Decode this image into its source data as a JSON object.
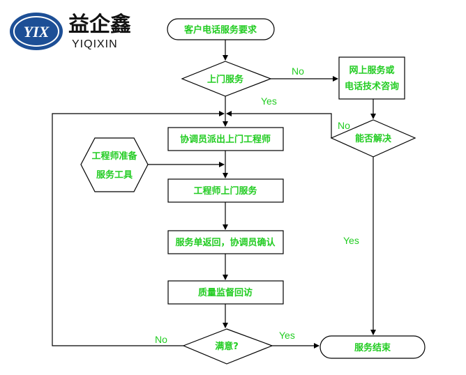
{
  "brand": {
    "logo_mark": "YIX",
    "name_cn": "益企鑫",
    "name_en": "YIQIXIN"
  },
  "colors": {
    "text": "#22cc22",
    "stroke": "#000000",
    "logo_blue": "#1d4f96"
  },
  "nodes": {
    "start": "客户电话服务要求",
    "onsite_decision": "上门服务",
    "online_service_line1": "网上服务或",
    "online_service_line2": "电话技术咨询",
    "resolved_decision": "能否解决",
    "dispatch": "协调员派出上门工程师",
    "prepare_tools_line1": "工程师准备",
    "prepare_tools_line2": "服务工具",
    "engineer_onsite": "工程师上门服务",
    "return_form": "服务单返回，协调员确认",
    "quality_visit": "质量监督回访",
    "satisfied_decision": "满意?",
    "end": "服务结束"
  },
  "edge_labels": {
    "onsite_no": "No",
    "onsite_yes": "Yes",
    "resolved_no": "No",
    "resolved_yes": "Yes",
    "satisfied_no": "No",
    "satisfied_yes": "Yes"
  }
}
